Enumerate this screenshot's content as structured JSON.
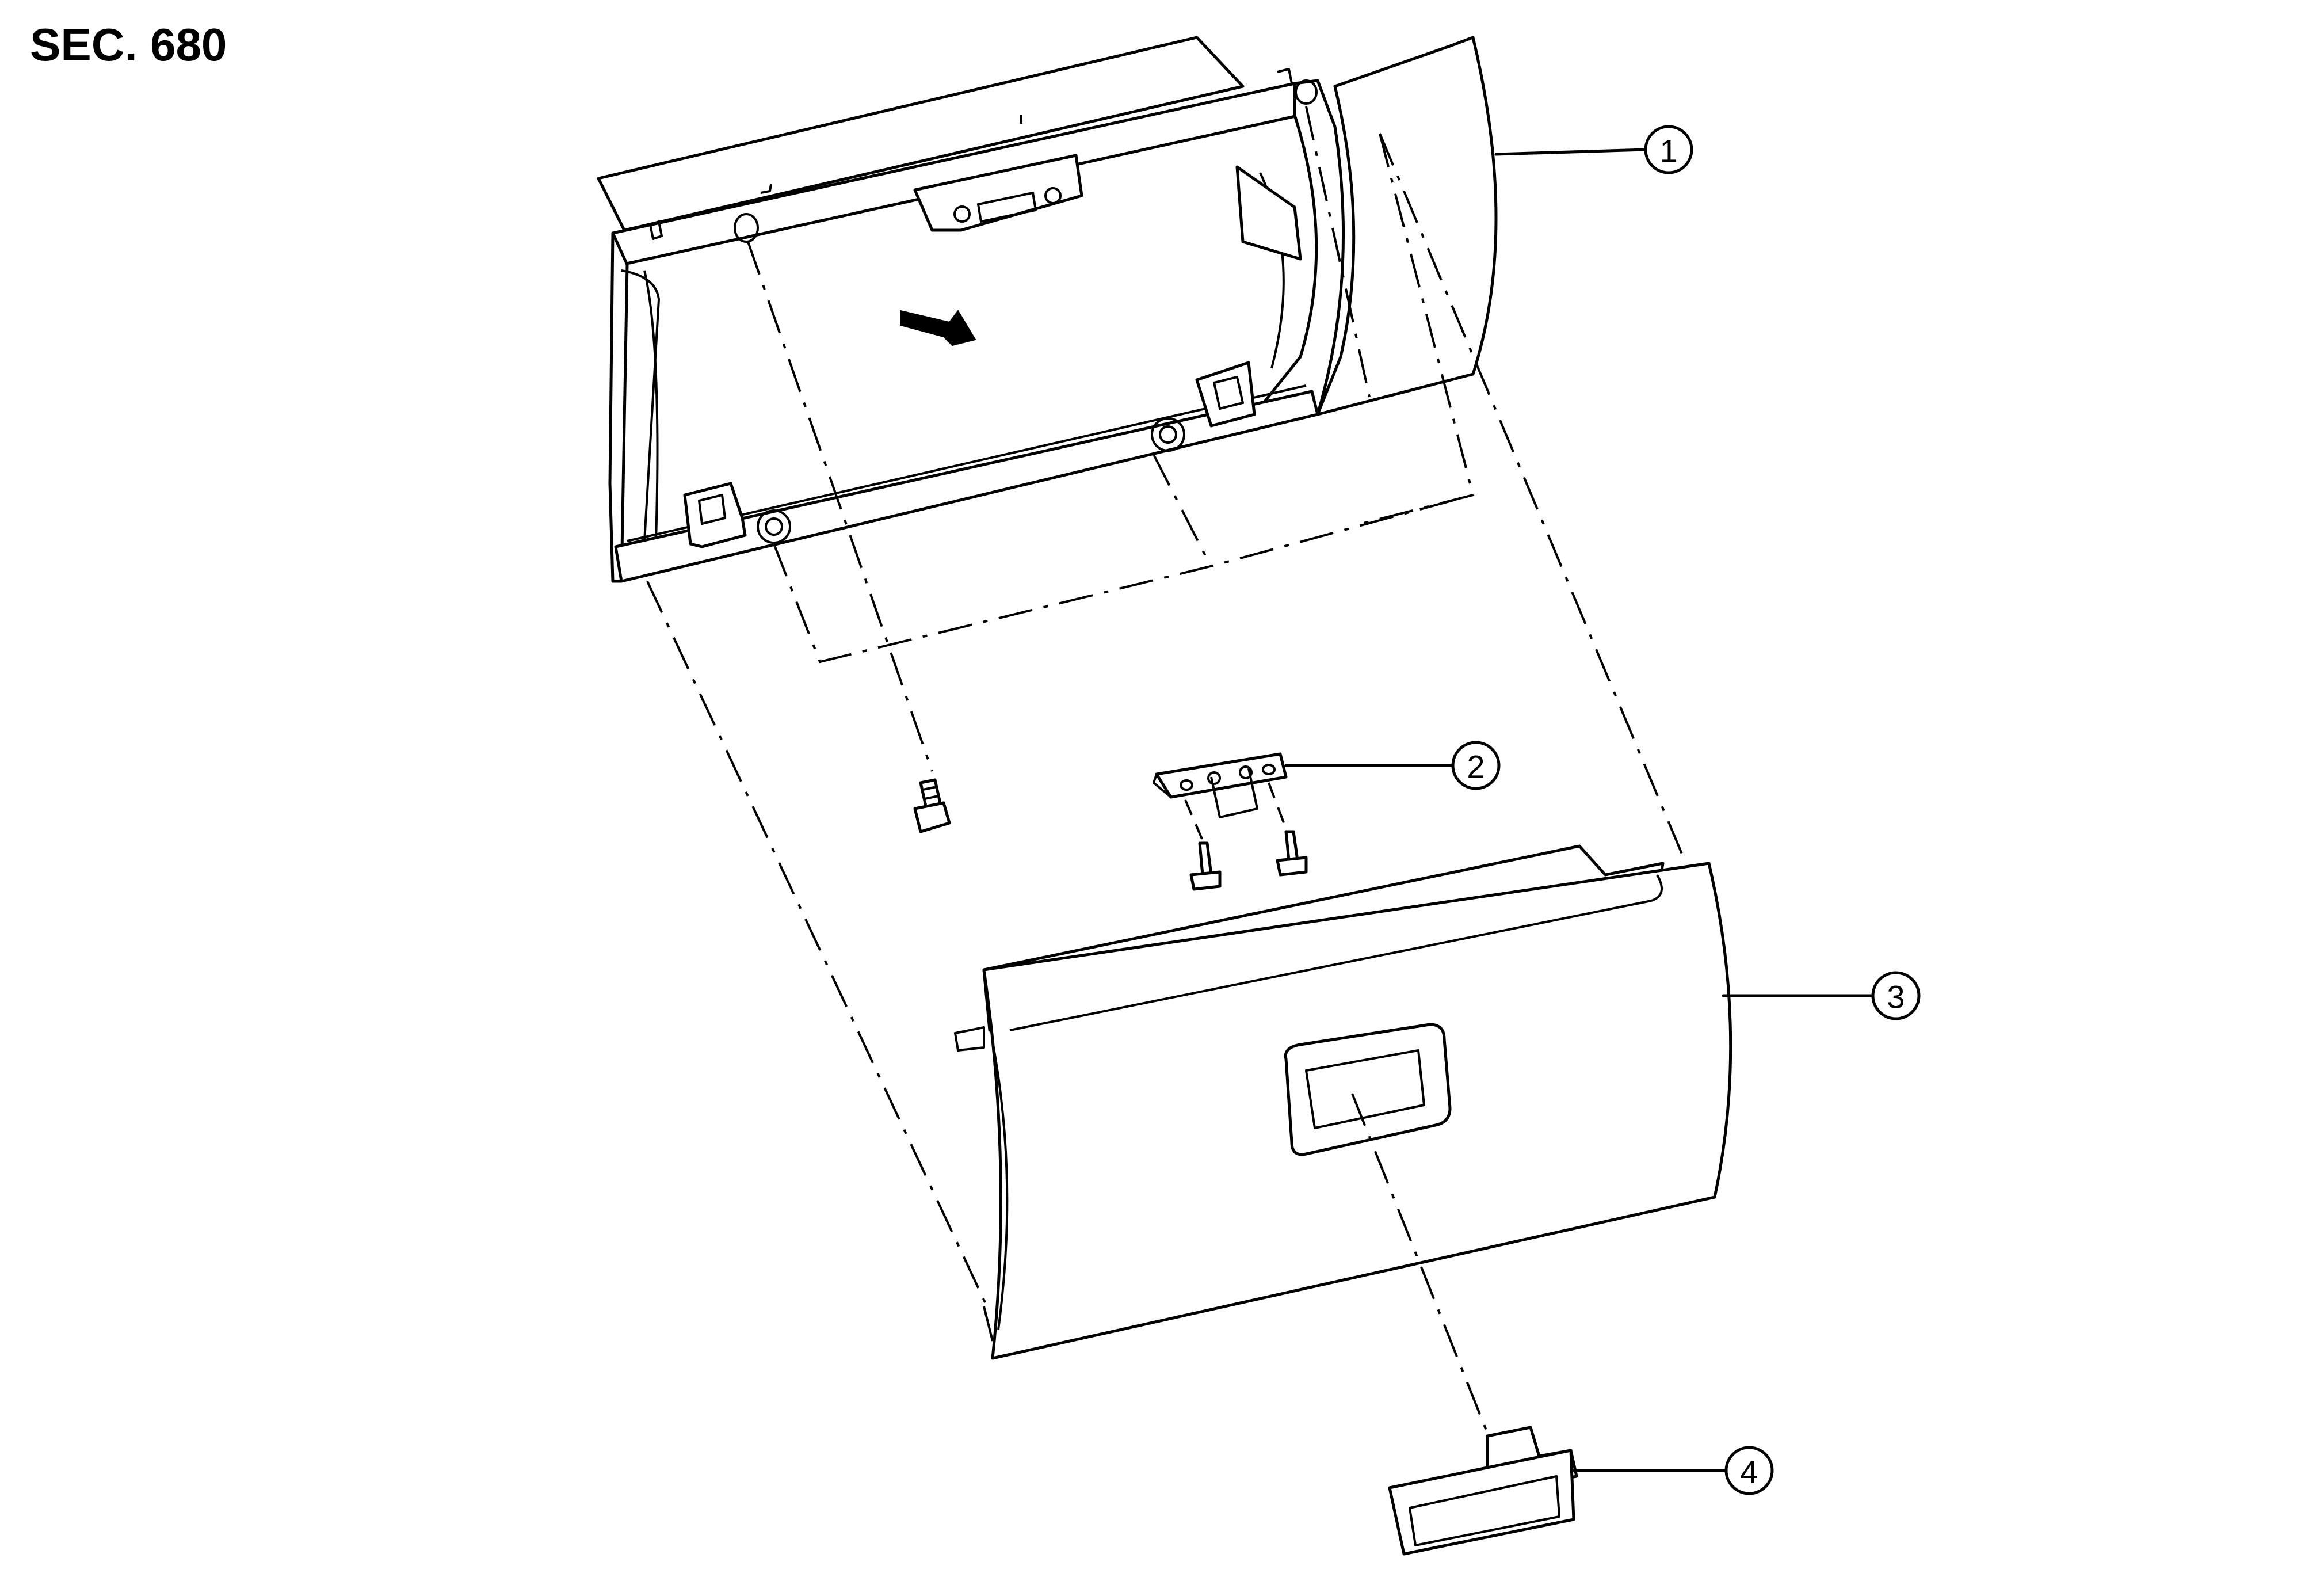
{
  "section_label": "SEC. 680",
  "callouts": [
    {
      "number": "1",
      "part": "glove-box-frame"
    },
    {
      "number": "2",
      "part": "striker"
    },
    {
      "number": "3",
      "part": "glove-box-lid"
    },
    {
      "number": "4",
      "part": "handle"
    }
  ],
  "colors": {
    "line": "#000000",
    "background": "#ffffff"
  }
}
